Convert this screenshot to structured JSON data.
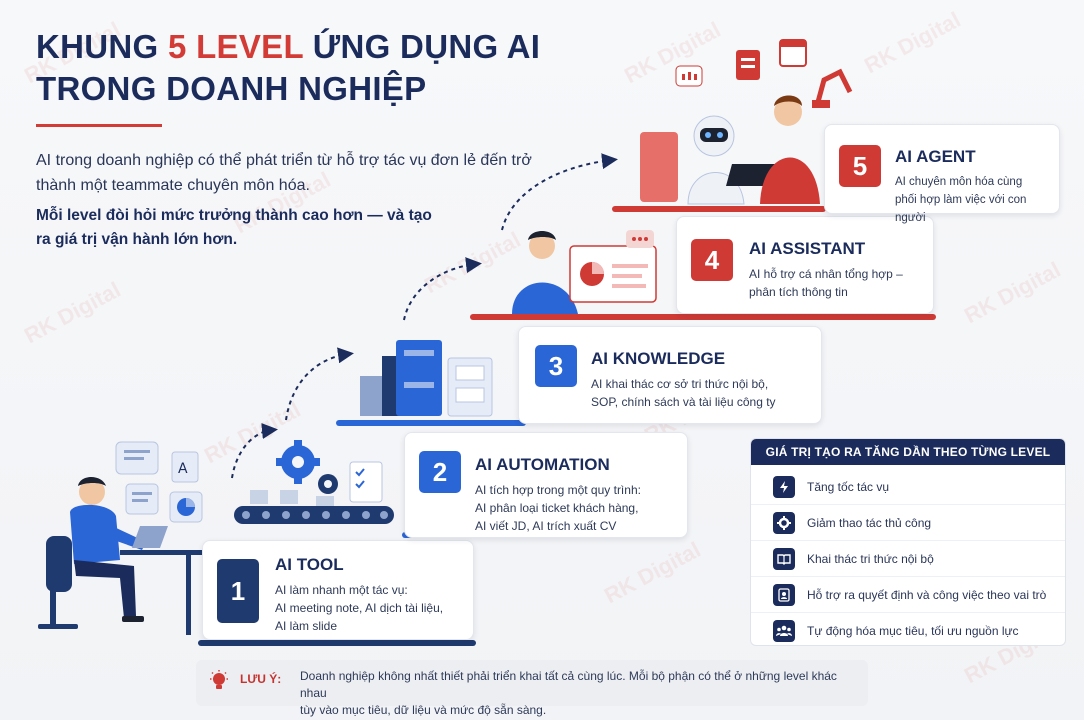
{
  "header": {
    "title_part1": "KHUNG ",
    "title_accent": "5 LEVEL",
    "title_part2": " ỨNG DỤNG AI",
    "title_line2": "TRONG DOANH NGHIỆP",
    "intro": "AI trong doanh nghiệp có thể phát triển từ hỗ trợ tác vụ đơn lẻ đến trở thành một teammate chuyên môn hóa.",
    "intro_strong": "Mỗi level đòi hỏi mức trưởng thành cao hơn — và tạo ra giá trị vận hành lớn hơn."
  },
  "levels": [
    {
      "number": "1",
      "title": "AI TOOL",
      "desc_line1": "AI làm nhanh một tác vụ:",
      "desc_line2": "AI meeting note, AI dịch tài liệu,",
      "desc_line3": "AI làm slide",
      "color": "#1f3a6e"
    },
    {
      "number": "2",
      "title": "AI AUTOMATION",
      "desc_line1": "AI tích hợp trong một quy trình:",
      "desc_line2": "AI phân loại ticket khách hàng,",
      "desc_line3": "AI viết JD, AI trích xuất CV",
      "color": "#2b66d6"
    },
    {
      "number": "3",
      "title": "AI KNOWLEDGE",
      "desc_line1": "AI khai thác cơ sở tri thức nội bộ,",
      "desc_line2": "SOP, chính sách và tài liệu công ty",
      "color": "#2b66d6"
    },
    {
      "number": "4",
      "title": "AI ASSISTANT",
      "desc_line1": "AI hỗ trợ cá nhân tổng hợp –",
      "desc_line2": "phân tích thông tin",
      "color": "#cf3a35"
    },
    {
      "number": "5",
      "title": "AI AGENT",
      "desc_line1": "AI chuyên môn hóa cùng",
      "desc_line2": "phối hợp làm việc với con người",
      "color": "#cf3a35"
    }
  ],
  "value_panel": {
    "heading": "GIÁ TRỊ TẠO RA TĂNG DẦN THEO TỪNG LEVEL",
    "items": [
      {
        "icon": "lightning-icon",
        "label": "Tăng tốc tác vụ"
      },
      {
        "icon": "gear-icon",
        "label": "Giảm thao tác thủ công"
      },
      {
        "icon": "book-icon",
        "label": "Khai thác tri thức nội bộ"
      },
      {
        "icon": "person-badge-icon",
        "label": "Hỗ trợ ra quyết định và công việc theo vai trò"
      },
      {
        "icon": "team-icon",
        "label": "Tự động hóa mục tiêu, tối ưu nguồn lực"
      }
    ]
  },
  "note": {
    "icon": "lightbulb-icon",
    "label": "LƯU Ý:",
    "line1": "Doanh nghiệp không nhất thiết phải triển khai tất cả cùng lúc. Mỗi bộ phận có thể ở những level khác nhau",
    "line2": "tùy vào mục tiêu, dữ liệu và mức độ sẵn sàng."
  },
  "watermark": "RK Digital",
  "colors": {
    "navy": "#1b2c5c",
    "red": "#cf3a35",
    "blue": "#2b66d6"
  }
}
